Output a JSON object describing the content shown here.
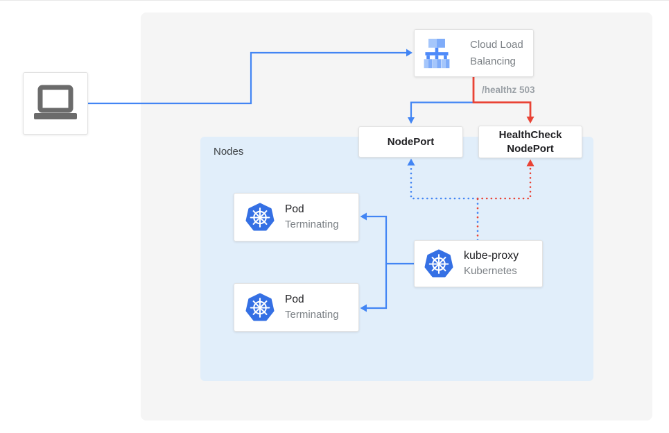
{
  "colors": {
    "blue": "#4285f4",
    "red": "#e94335",
    "canvas_gray": "#f5f5f5",
    "nodes_blue": "#e1eefa",
    "box_border": "#e2e2e2",
    "text_dark": "#212124",
    "text_gray": "#7b8085",
    "healthz_gray": "#9aa0a6",
    "laptop_gray": "#6b6b6b",
    "k8s_blue": "#3570e4",
    "lb_light": "#a5c6fb",
    "lb_mid": "#7facf9",
    "lb_dark": "#4e8af9"
  },
  "nodes_region": {
    "label": "Nodes"
  },
  "client": {
    "icon": "laptop-icon"
  },
  "load_balancer": {
    "line1": "Cloud Load",
    "line2": "Balancing",
    "icon": "load-balancer-icon"
  },
  "health_check_label": "/healthz 503",
  "node_port": {
    "label": "NodePort"
  },
  "health_check_node_port": {
    "line1": "HealthCheck",
    "line2": "NodePort"
  },
  "pods": [
    {
      "title": "Pod",
      "status": "Terminating",
      "icon": "kubernetes-helm-icon"
    },
    {
      "title": "Pod",
      "status": "Terminating",
      "icon": "kubernetes-helm-icon"
    }
  ],
  "kube_proxy": {
    "title": "kube-proxy",
    "subtitle": "Kubernetes",
    "icon": "kubernetes-helm-icon"
  }
}
